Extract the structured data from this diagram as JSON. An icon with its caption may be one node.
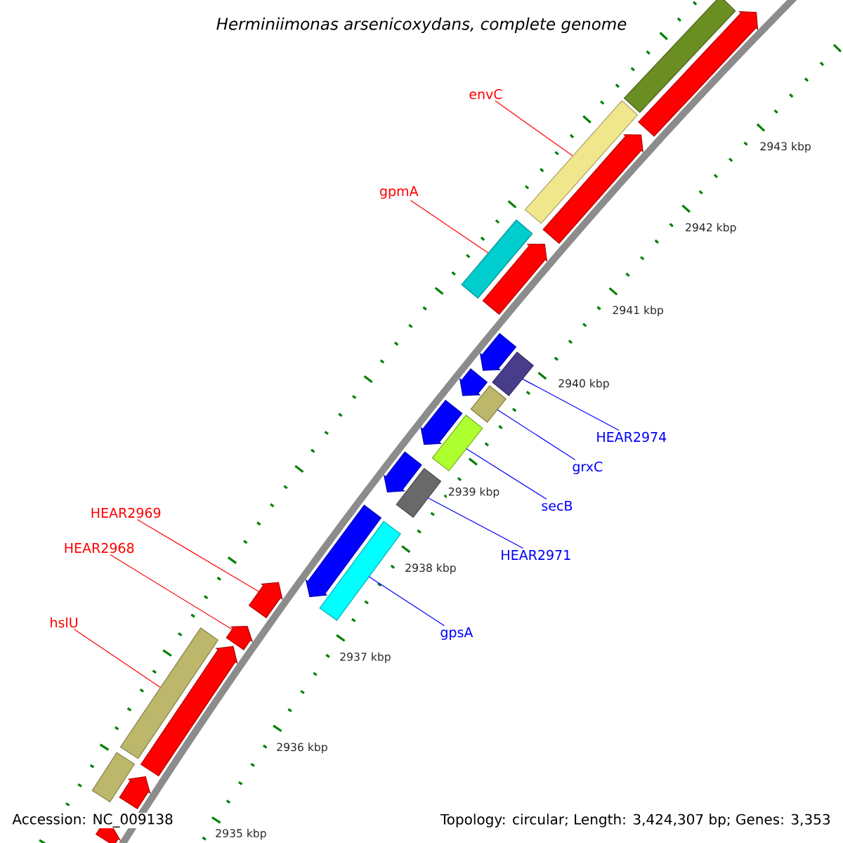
{
  "diagram": {
    "title": "Herminiimonas arsenicoxydans, complete genome",
    "nodes": [
      {
        "text": [
          "envC"
        ]
      },
      {
        "text": [
          "gpmA"
        ]
      },
      {
        "text": [
          "HEAR2974"
        ]
      },
      {
        "text": [
          "grxC"
        ]
      },
      {
        "text": [
          "secB"
        ]
      },
      {
        "text": [
          "HEAR2971"
        ]
      },
      {
        "text": [
          "gpsA"
        ]
      },
      {
        "text": [
          "HEAR2969"
        ]
      },
      {
        "text": [
          "HEAR2968"
        ]
      },
      {
        "text": [
          "hslU"
        ]
      },
      {
        "text": [],
        "shape": "bar"
      },
      {
        "text": [],
        "shape": "bar"
      },
      {
        "text": [],
        "shape": "bar"
      },
      {
        "text": [],
        "shape": "bar"
      },
      {
        "text": [],
        "shape": "bar"
      },
      {
        "text": [],
        "shape": "bar"
      },
      {
        "text": [],
        "shape": "bar"
      },
      {
        "text": [],
        "shape": "bar"
      },
      {
        "text": [],
        "shape": "bar"
      },
      {
        "text": [],
        "shape": "bar"
      },
      {
        "text": [],
        "shape": "bar"
      },
      {
        "text": [],
        "shape": "bar"
      },
      {
        "text": [],
        "shape": "bar"
      },
      {
        "text": [],
        "shape": "bar"
      },
      {
        "text": [],
        "shape": "bar"
      },
      {
        "text": [],
        "shape": "bar"
      },
      {
        "text": [],
        "shape": "bar"
      },
      {
        "text": [],
        "shape": "bar"
      },
      {
        "text": [],
        "shape": "bar"
      },
      {
        "text": [],
        "shape": "bar"
      },
      {
        "text": [],
        "shape": "bar"
      },
      {
        "text": [],
        "shape": "bar"
      },
      {
        "text": [],
        "shape": "bar"
      }
    ],
    "edges": [
      {
        "from": 0,
        "to": 11,
        "arrow": "none",
        "color": "#ff0000"
      },
      {
        "from": 1,
        "to": 12,
        "arrow": "none",
        "color": "#ff0000"
      },
      {
        "from": 2,
        "to": 17,
        "arrow": "none",
        "color": "#0000ff"
      },
      {
        "from": 3,
        "to": 19,
        "arrow": "none",
        "color": "#0000ff"
      },
      {
        "from": 4,
        "to": 21,
        "arrow": "none",
        "color": "#0000ff"
      },
      {
        "from": 5,
        "to": 23,
        "arrow": "none",
        "color": "#0000ff"
      },
      {
        "from": 6,
        "to": 25,
        "arrow": "none",
        "color": "#0000ff"
      },
      {
        "from": 7,
        "to": 26,
        "arrow": "none",
        "color": "#ff0000"
      },
      {
        "from": 8,
        "to": 27,
        "arrow": "none",
        "color": "#ff0000"
      },
      {
        "from": 9,
        "to": 28,
        "arrow": "none",
        "color": "#ff0000"
      }
    ],
    "labels": [
      "2943 kbp",
      "2942 kbp",
      "2941 kbp",
      "2940 kbp",
      "2939 kbp",
      "2938 kbp",
      "2937 kbp",
      "2936 kbp",
      "Accession: NC_009138",
      "Topology: circular; Length: 3,424,307 bp; Genes: 3,353",
      "2935 kbp"
    ]
  }
}
